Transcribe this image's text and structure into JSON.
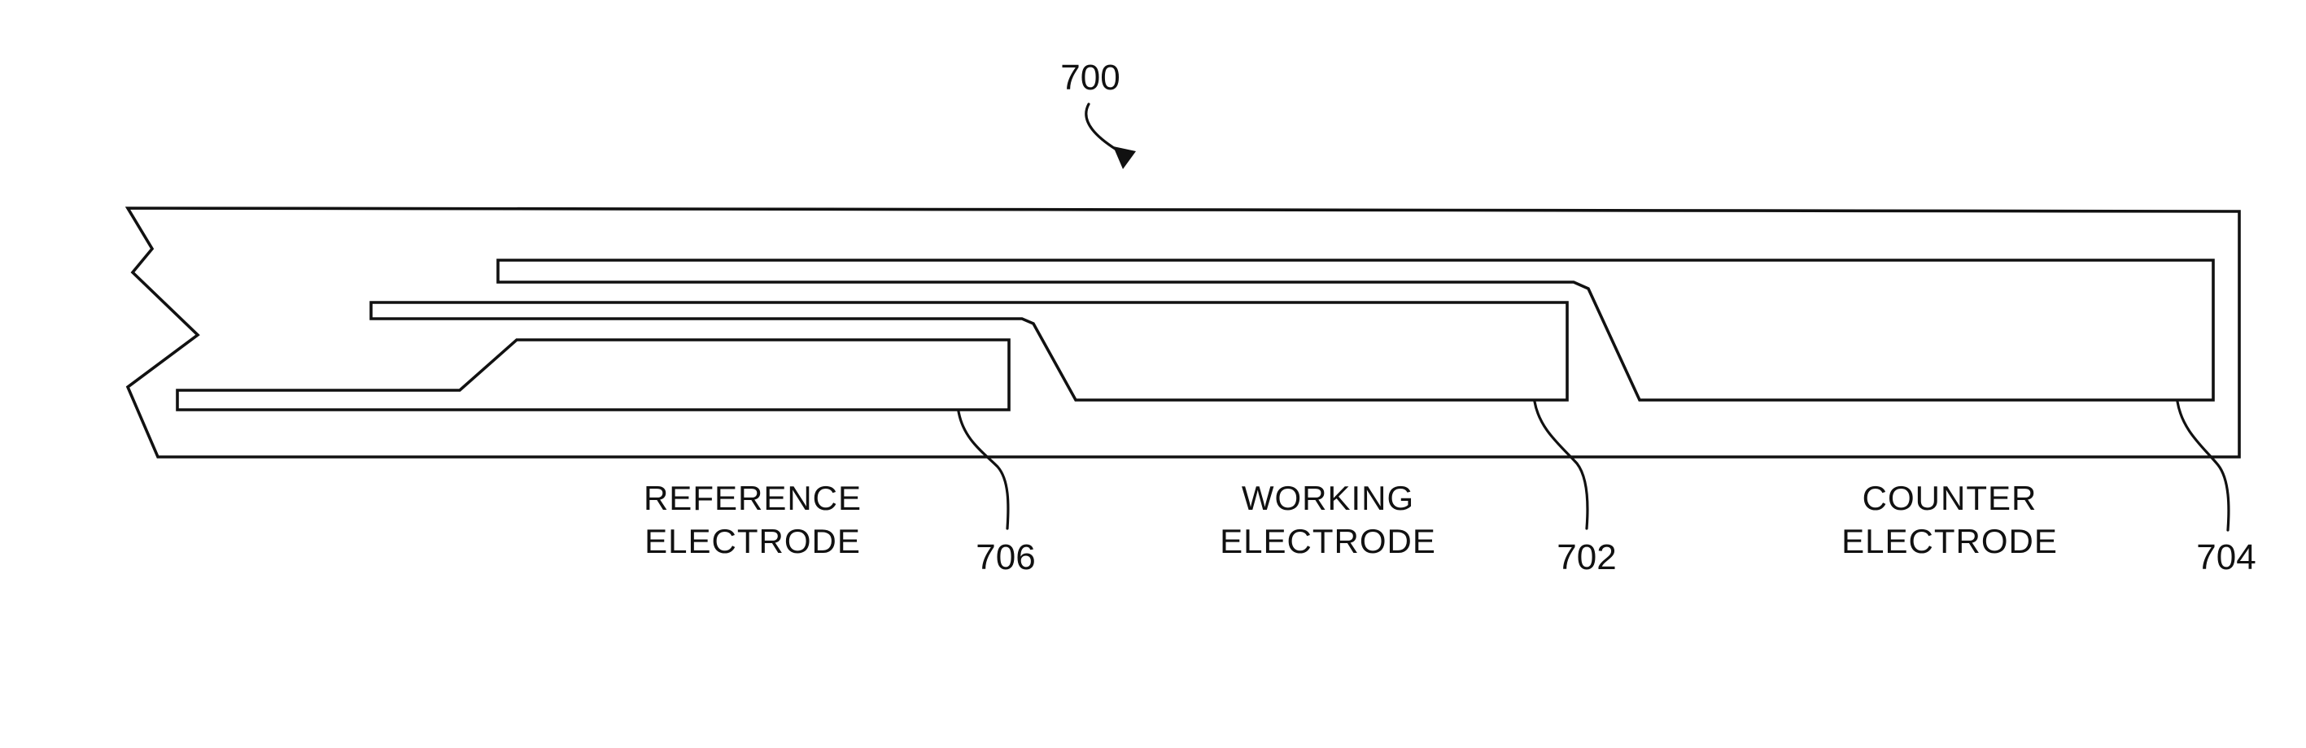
{
  "figure": {
    "ref_main": "700",
    "electrodes": [
      {
        "id": "reference",
        "line1": "REFERENCE",
        "line2": "ELECTRODE",
        "ref": "706"
      },
      {
        "id": "working",
        "line1": "WORKING",
        "line2": "ELECTRODE",
        "ref": "702"
      },
      {
        "id": "counter",
        "line1": "COUNTER",
        "line2": "ELECTRODE",
        "ref": "704"
      }
    ],
    "colors": {
      "ink": "#111111",
      "background": "#ffffff"
    }
  }
}
